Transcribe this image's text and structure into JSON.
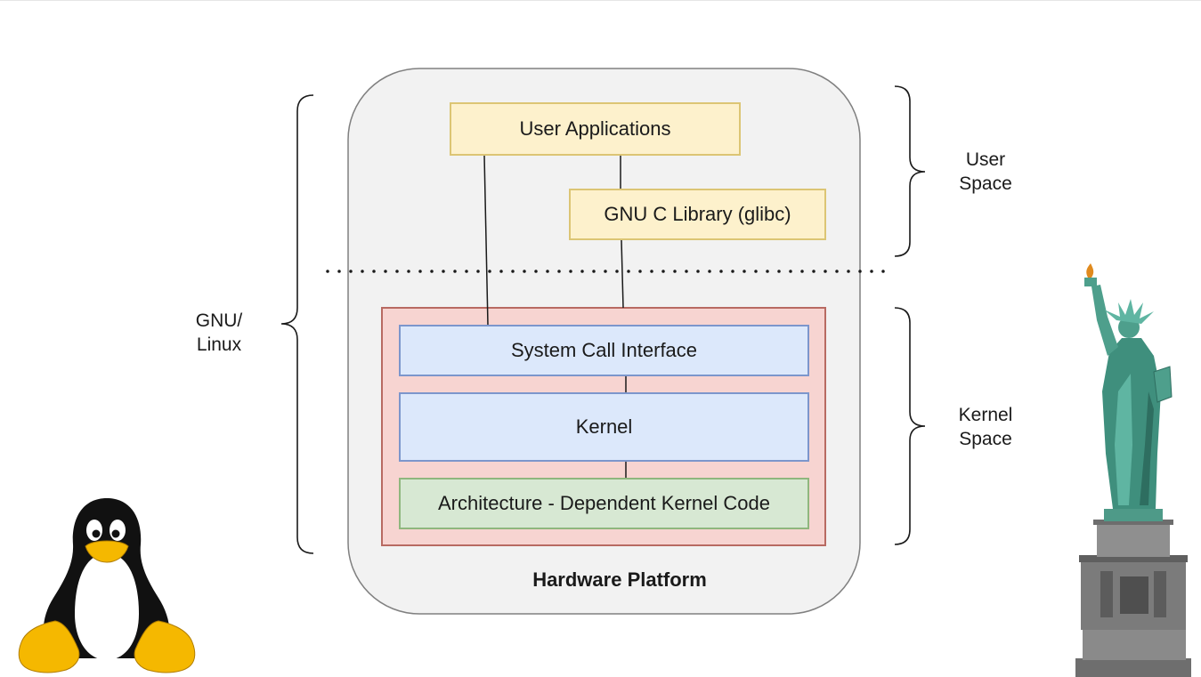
{
  "diagram": {
    "layers": {
      "user_applications": "User Applications",
      "glibc": "GNU C Library (glibc)",
      "syscall_interface": "System Call Interface",
      "kernel": "Kernel",
      "arch_code": "Architecture - Dependent Kernel Code"
    },
    "platform_label": "Hardware Platform",
    "brackets": {
      "gnu_linux": "GNU/\nLinux",
      "user_space": "User\nSpace",
      "kernel_space": "Kernel\nSpace"
    },
    "colors": {
      "platform_fill": "#f2f2f2",
      "kernel_region_fill": "#f7d4d1",
      "kernel_region_border": "#b86a62",
      "user_box_fill": "#fdf1cc",
      "kernel_box_fill": "#dce8fb",
      "arch_box_fill": "#d7e8d3"
    },
    "images": {
      "penguin": "tux-penguin-mascot",
      "statue": "statue-of-liberty"
    }
  }
}
